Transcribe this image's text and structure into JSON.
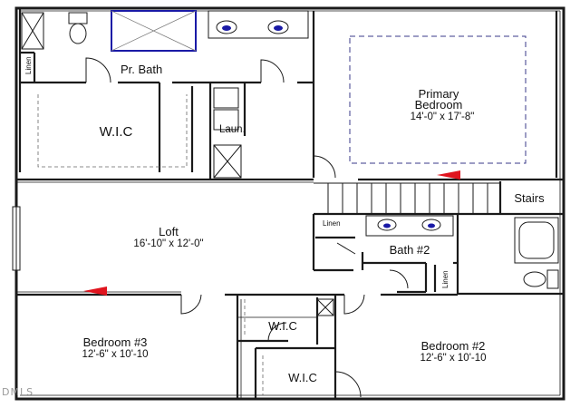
{
  "rooms": {
    "pr_bath": "Pr. Bath",
    "primary_bedroom_line1": "Primary",
    "primary_bedroom_line2": "Bedroom",
    "primary_bedroom_dims": "14'-0\" x 17'-8\"",
    "wic_primary": "W.I.C",
    "laundry": "Laun.",
    "stairs": "Stairs",
    "loft": "Loft",
    "loft_dims": "16'-10\" x 12'-0\"",
    "linen_hall": "Linen",
    "linen_primary": "Linen",
    "linen_bath2": "Linen",
    "bath2": "Bath #2",
    "bedroom3": "Bedroom #3",
    "bedroom3_dims": "12'-6\" x 10'-10",
    "bedroom2": "Bedroom #2",
    "bedroom2_dims": "12'-6\" x 10'-10",
    "wic_upper": "W.I.C",
    "wic_lower": "W.I.C"
  },
  "watermark": "DMLS",
  "colors": {
    "wall": "#1a1a1a",
    "accent_blue": "#1a1aa6",
    "dashed_outline": "#3a3a8a",
    "arrow_red": "#e0141e"
  }
}
